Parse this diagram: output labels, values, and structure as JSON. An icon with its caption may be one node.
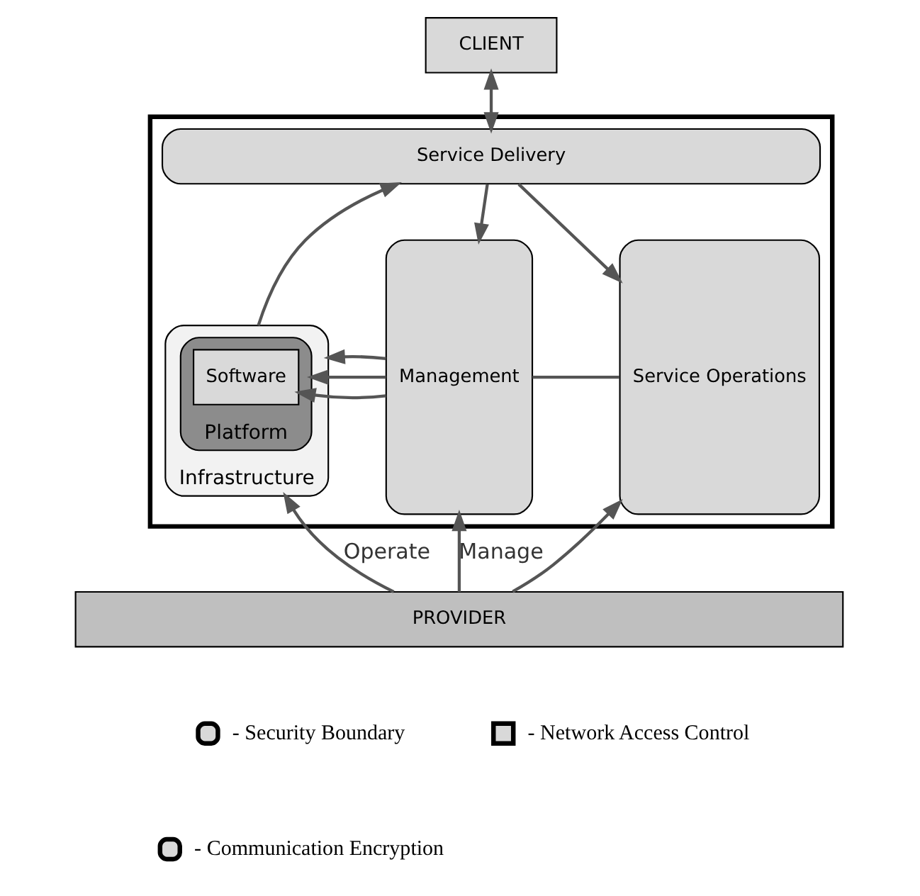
{
  "diagram": {
    "nodes": [
      {
        "text": [
          "CLIENT"
        ]
      },
      {
        "text": [],
        "shape": "box"
      },
      {
        "text": [
          "Service Delivery"
        ],
        "in": 1
      },
      {
        "text": [
          "Infrastructure"
        ],
        "in": 1
      },
      {
        "text": [
          "Platform"
        ],
        "in": 3
      },
      {
        "text": [
          "Software"
        ],
        "in": 4
      },
      {
        "text": [
          "Management"
        ],
        "in": 1
      },
      {
        "text": [
          "Service Operations"
        ],
        "in": 1
      },
      {
        "text": [
          "PROVIDER"
        ]
      }
    ],
    "edges": [
      {
        "from": 0,
        "to": 2,
        "arrow": "both"
      },
      {
        "from": 3,
        "to": 2,
        "arrow": "to"
      },
      {
        "from": 2,
        "to": 6,
        "arrow": "to"
      },
      {
        "from": 2,
        "to": 7,
        "arrow": "to"
      },
      {
        "from": 7,
        "to": 6,
        "arrow": "none"
      },
      {
        "from": 6,
        "to": 5,
        "arrow": "to"
      },
      {
        "from": 6,
        "to": 4,
        "arrow": "to"
      },
      {
        "from": 6,
        "to": 3,
        "arrow": "to"
      },
      {
        "from": 8,
        "to": 3,
        "arrow": "to",
        "label": "Operate"
      },
      {
        "from": 8,
        "to": 6,
        "arrow": "to",
        "label": "Manage"
      },
      {
        "from": 8,
        "to": 7,
        "arrow": "to"
      }
    ],
    "legend": [
      {
        "text": "- Security Boundary"
      },
      {
        "text": "- Network Access Control"
      },
      {
        "text": "- Communication Encryption"
      }
    ]
  }
}
